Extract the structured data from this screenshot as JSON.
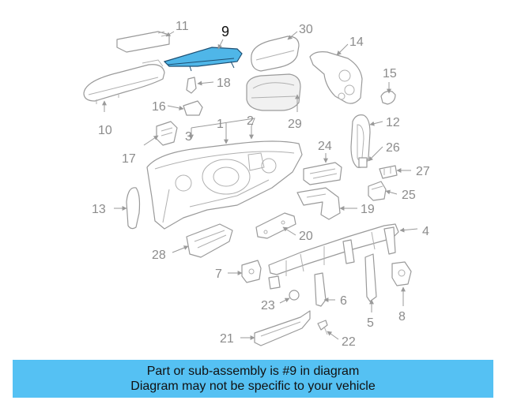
{
  "diagram": {
    "highlight_part": "9",
    "highlight_color": "#4fb6e8",
    "callouts": [
      "1",
      "2",
      "3",
      "4",
      "5",
      "6",
      "7",
      "8",
      "9",
      "10",
      "11",
      "12",
      "13",
      "14",
      "15",
      "16",
      "17",
      "18",
      "19",
      "20",
      "21",
      "22",
      "23",
      "24",
      "25",
      "26",
      "27",
      "28",
      "29",
      "30"
    ]
  },
  "caption": {
    "line1": "Part or sub-assembly is #9 in diagram",
    "line2": "Diagram may not be specific to your vehicle",
    "background": "#55c1f3"
  }
}
